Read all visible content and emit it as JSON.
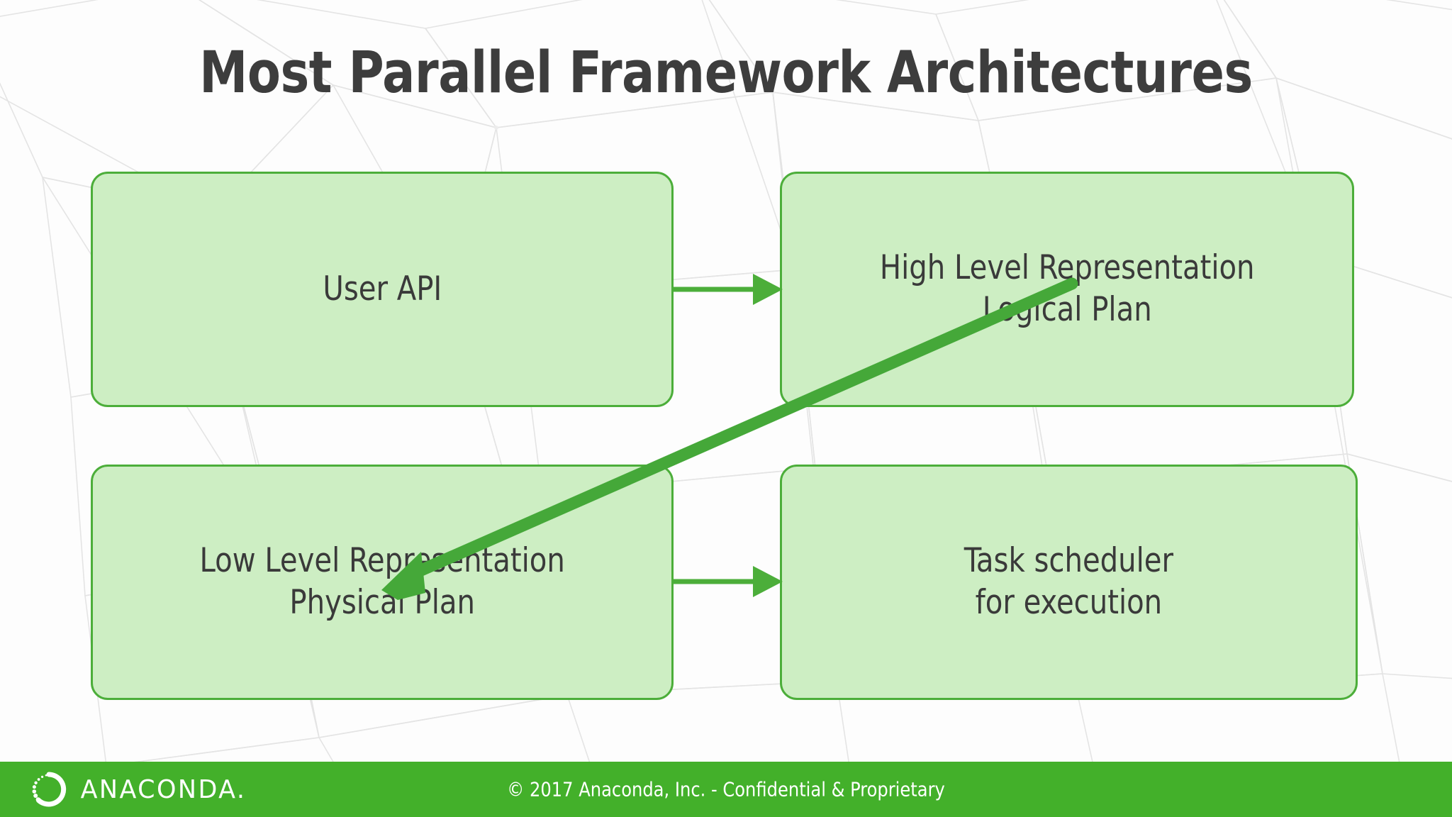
{
  "slide": {
    "title": "Most Parallel Framework Architectures",
    "background_color": "#fdfdfd",
    "title_color": "#3d3d3d"
  },
  "theme": {
    "box_fill": "#cdeec3",
    "box_border": "#4cae3a",
    "arrow_color": "#4cae3a",
    "diagonal_arrow_color": "#45a839",
    "footer_bar_color": "#43b02a",
    "text_color": "#3a3a3a",
    "footer_text_color": "#ffffff"
  },
  "diagram": {
    "nodes": [
      {
        "id": "user-api",
        "label": "User API"
      },
      {
        "id": "high-level",
        "label": "High Level Representation\nLogical Plan"
      },
      {
        "id": "low-level",
        "label": "Low Level Representation\nPhysical Plan"
      },
      {
        "id": "task-sched",
        "label": "Task scheduler\nfor execution"
      }
    ],
    "connectors": [
      {
        "id": "user-api-to-high-level",
        "from": "user-api",
        "to": "high-level",
        "style": "horizontal-arrow"
      },
      {
        "id": "low-level-to-task-sched",
        "from": "low-level",
        "to": "task-sched",
        "style": "horizontal-arrow"
      },
      {
        "id": "high-level-to-low-level",
        "from": "high-level",
        "to": "low-level",
        "style": "thick-diagonal-arrow"
      }
    ]
  },
  "footer": {
    "brand": "ANACONDA.",
    "logo_icon": "anaconda-ring-logo",
    "copyright": "© 2017 Anaconda, Inc. - Confidential & Proprietary"
  }
}
